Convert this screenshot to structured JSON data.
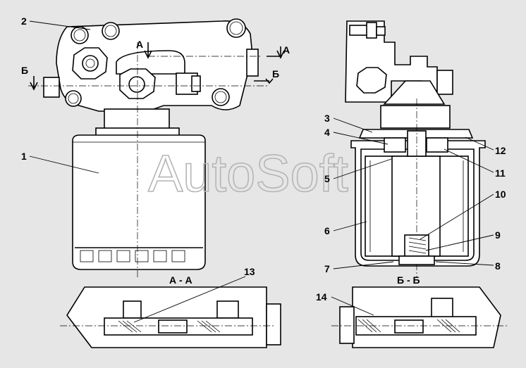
{
  "watermark": "AutoSoft",
  "section_labels": {
    "aa_arrow": "А",
    "bb_arrow": "Б",
    "aa_title": "А - А",
    "bb_title": "Б - Б"
  },
  "callouts": [
    "1",
    "2",
    "3",
    "4",
    "5",
    "6",
    "7",
    "8",
    "9",
    "10",
    "11",
    "12",
    "13",
    "14"
  ]
}
